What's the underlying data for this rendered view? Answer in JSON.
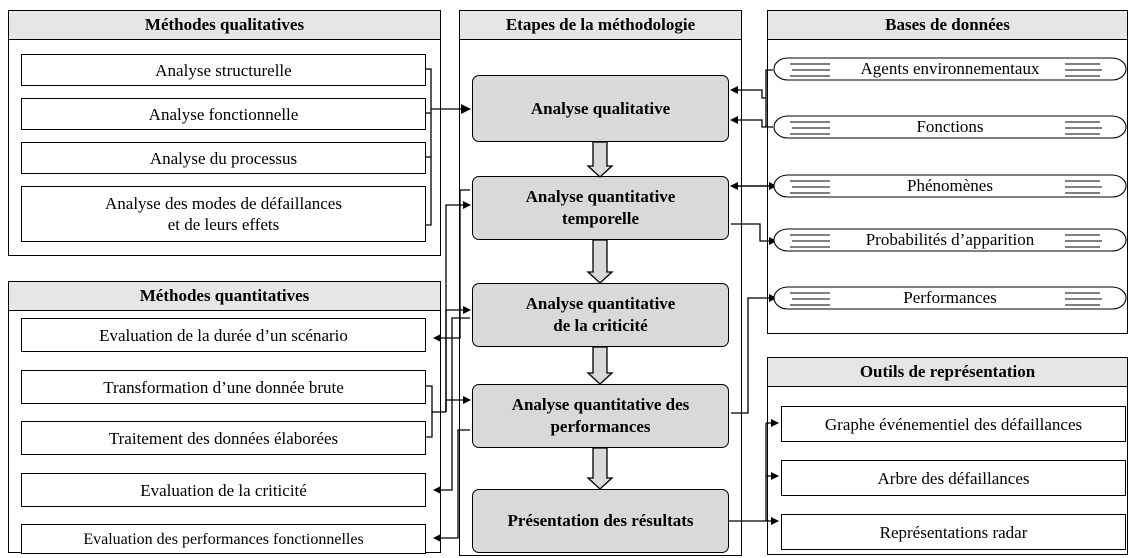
{
  "qualitative": {
    "title": "Méthodes qualitatives",
    "items": [
      "Analyse structurelle",
      "Analyse fonctionnelle",
      "Analyse du processus",
      "Analyse des modes de défaillances\net de leurs effets"
    ]
  },
  "quantitative": {
    "title": "Méthodes quantitatives",
    "items": [
      "Evaluation de la durée d’un scénario",
      "Transformation d’une donnée brute",
      "Traitement des données élaborées",
      "Evaluation de la criticité",
      "Evaluation des performances fonctionnelles"
    ]
  },
  "steps": {
    "title": "Etapes de la méthodologie",
    "items": [
      "Analyse qualitative",
      "Analyse quantitative\ntemporelle",
      "Analyse quantitative\nde la criticité",
      "Analyse quantitative des\nperformances",
      "Présentation des résultats"
    ]
  },
  "databases": {
    "title": "Bases de données",
    "items": [
      "Agents environnementaux",
      "Fonctions",
      "Phénomènes",
      "Probabilités d’apparition",
      "Performances"
    ]
  },
  "tools": {
    "title": "Outils de représentation",
    "items": [
      "Graphe événementiel des défaillances",
      "Arbre des défaillances",
      "Représentations radar"
    ]
  }
}
